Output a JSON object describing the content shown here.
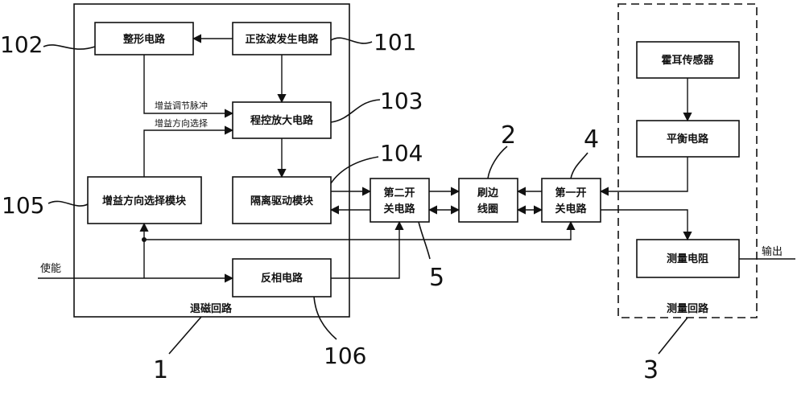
{
  "blocks": {
    "shaping": "整形电路",
    "sine_gen": "正弦波发生电路",
    "pga": "程控放大电路",
    "gain_dir": "增益方向选择模块",
    "isolation": "隔离驱动模块",
    "inverter": "反相电路",
    "switch2_line1": "第二开",
    "switch2_line2": "关电路",
    "coil_line1": "刷边",
    "coil_line2": "线圈",
    "switch1_line1": "第一开",
    "switch1_line2": "关电路",
    "hall": "霍耳传感器",
    "balance": "平衡电路",
    "resistor": "测量电阻"
  },
  "signals": {
    "gain_pulse": "增益调节脉冲",
    "gain_dir": "增益方向选择",
    "enable": "使能",
    "output": "输出"
  },
  "groups": {
    "degauss": "退磁回路",
    "measure": "测量回路"
  },
  "refs": {
    "r1": "1",
    "r2": "2",
    "r3": "3",
    "r4": "4",
    "r5": "5",
    "r101": "101",
    "r102": "102",
    "r103": "103",
    "r104": "104",
    "r105": "105",
    "r106": "106"
  }
}
